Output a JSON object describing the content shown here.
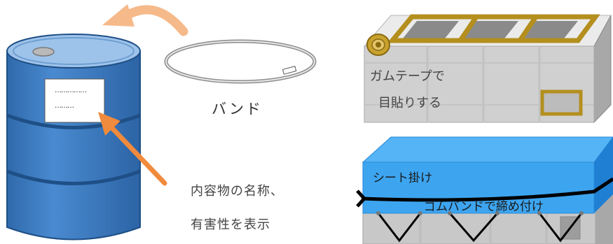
{
  "labels": {
    "band": "バンド",
    "contents": "内容物の名称、",
    "hazard": "有害性を表示",
    "tape_line1": "ガムテープで",
    "tape_line2": "目貼りする",
    "sheet": "シート掛け",
    "rubber_band": "ゴムバンドで締め付け"
  },
  "drum_label": {
    "line1": "……………",
    "line2": "………"
  },
  "colors": {
    "drum_blue": "#3f7fc3",
    "drum_top": "#9ec3ea",
    "drum_rim": "#1e4f86",
    "arrow_orange": "#f08a3c",
    "arrow_peach": "#f6b98a",
    "tape_gold": "#b48f1e",
    "crate_gray": "#d0d0d0",
    "sheet_blue": "#3da5f0",
    "sheet_dark": "#1f7fd2"
  },
  "icons": [
    "drum-icon",
    "band-ring-icon",
    "curved-arrow-icon",
    "label-arrow-icon",
    "taped-crate-icon",
    "tape-roll-icon",
    "sheet-covered-crate-icon"
  ]
}
